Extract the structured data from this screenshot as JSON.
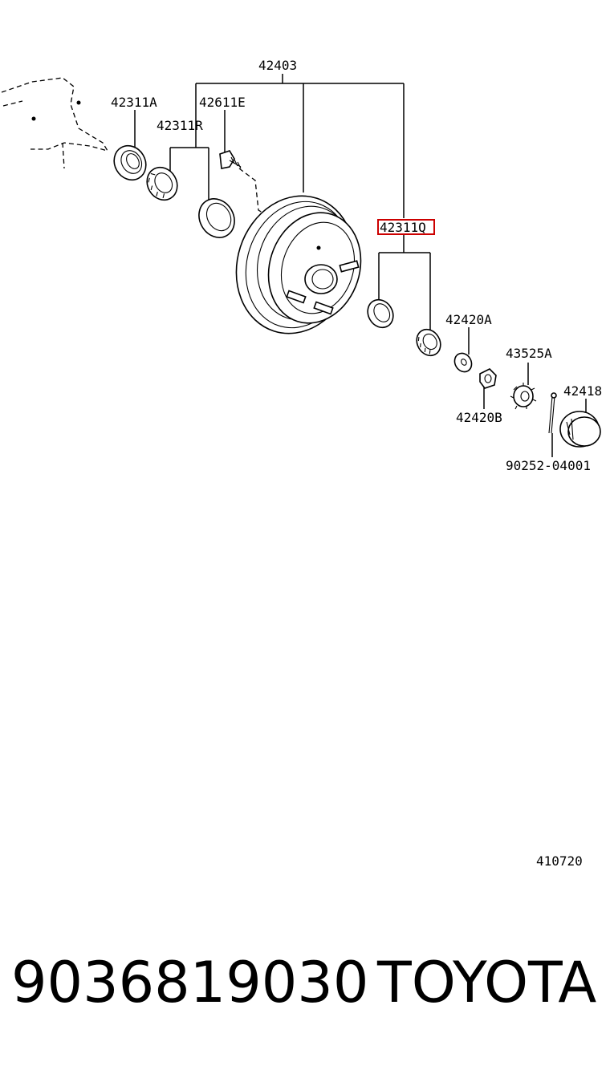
{
  "labels": {
    "l42403": "42403",
    "l42311A": "42311A",
    "l42611E": "42611E",
    "l42311R": "42311R",
    "l42311Q": "42311Q",
    "l42420A": "42420A",
    "l43525A": "43525A",
    "l42418": "42418",
    "l42420B": "42420B",
    "l90252": "90252-04001"
  },
  "highlighted_label": "42311Q",
  "diagram_ref": "410720",
  "footer": {
    "part_number": "9036819030",
    "brand": "TOYOTA"
  },
  "colors": {
    "highlight": "#cc0000",
    "ink": "#000000",
    "background": "#ffffff"
  }
}
